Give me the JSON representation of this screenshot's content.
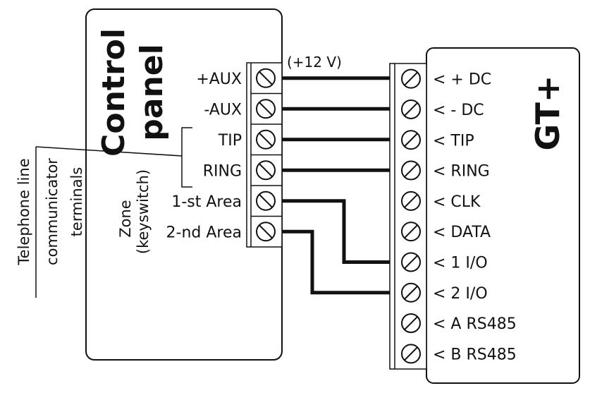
{
  "control_panel": {
    "title_line1": "Control",
    "title_line2": "panel",
    "terminals": [
      "+AUX",
      "-AUX",
      "TIP",
      "RING",
      "1-st Area",
      "2-nd Area"
    ],
    "zone_label_line1": "Zone",
    "zone_label_line2": "(keyswitch)"
  },
  "telephone_note": {
    "line1": "Telephone line",
    "line2": "communicator",
    "line3": "terminals"
  },
  "voltage_note": "(+12 V)",
  "gt": {
    "title": "GT+",
    "terminals": [
      "< + DC",
      "< - DC",
      "< TIP",
      "< RING",
      "< CLK",
      "< DATA",
      "< 1 I/O",
      "< 2 I/O",
      "< A RS485",
      "< B RS485"
    ]
  },
  "connections": [
    {
      "from": "+AUX",
      "to": "< + DC"
    },
    {
      "from": "-AUX",
      "to": "< - DC"
    },
    {
      "from": "TIP",
      "to": "< TIP"
    },
    {
      "from": "RING",
      "to": "< RING"
    },
    {
      "from": "1-st Area",
      "to": "< 1 I/O"
    },
    {
      "from": "2-nd Area",
      "to": "< 2 I/O"
    }
  ]
}
